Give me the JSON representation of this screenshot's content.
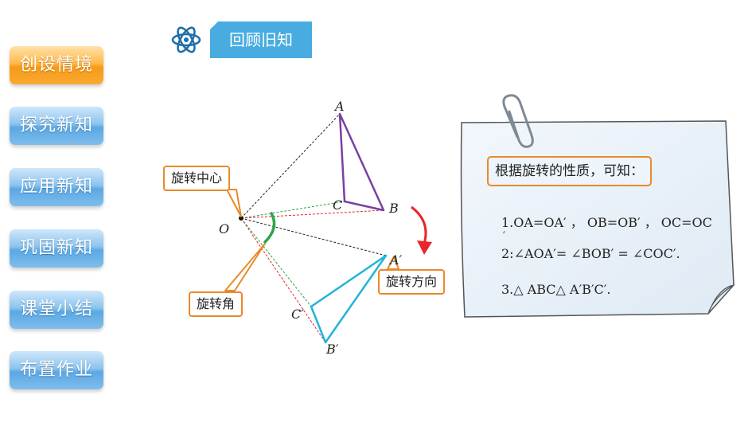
{
  "sidebar": {
    "items": [
      {
        "label": "创设情境",
        "active": true
      },
      {
        "label": "探究新知",
        "active": false
      },
      {
        "label": "应用新知",
        "active": false
      },
      {
        "label": "巩固新知",
        "active": false
      },
      {
        "label": "课堂小结",
        "active": false
      },
      {
        "label": "布置作业",
        "active": false
      }
    ]
  },
  "header": {
    "icon": "atom-icon",
    "title": "回顾旧知"
  },
  "diagram": {
    "labels": {
      "A": "A",
      "B": "B",
      "C": "C",
      "O": "O",
      "A_prime": "A′",
      "B_prime": "B′",
      "C_prime": "C′"
    },
    "callouts": {
      "center": "旋转中心",
      "angle": "旋转角",
      "direction": "旋转方向"
    }
  },
  "note": {
    "title": "根据旋转的性质，可知：",
    "line1": "1.OA=OA′ ，  OB=OB′ ，  OC=OC",
    "line1_stray": "′",
    "line2": "2:∠AOA′= ∠BOB′ = ∠COC′.",
    "line3": "3.△ ABC△     A′B′C′."
  },
  "colors": {
    "nav_blue": "#5aa8e4",
    "nav_orange": "#f79a16",
    "header_blue": "#48ace0",
    "triangle_original": "#7a3fa3",
    "triangle_rotated": "#21b4d8",
    "callout_border": "#e88a2a",
    "angle_arc": "#2aa74a",
    "arrow_red": "#e8262a"
  }
}
